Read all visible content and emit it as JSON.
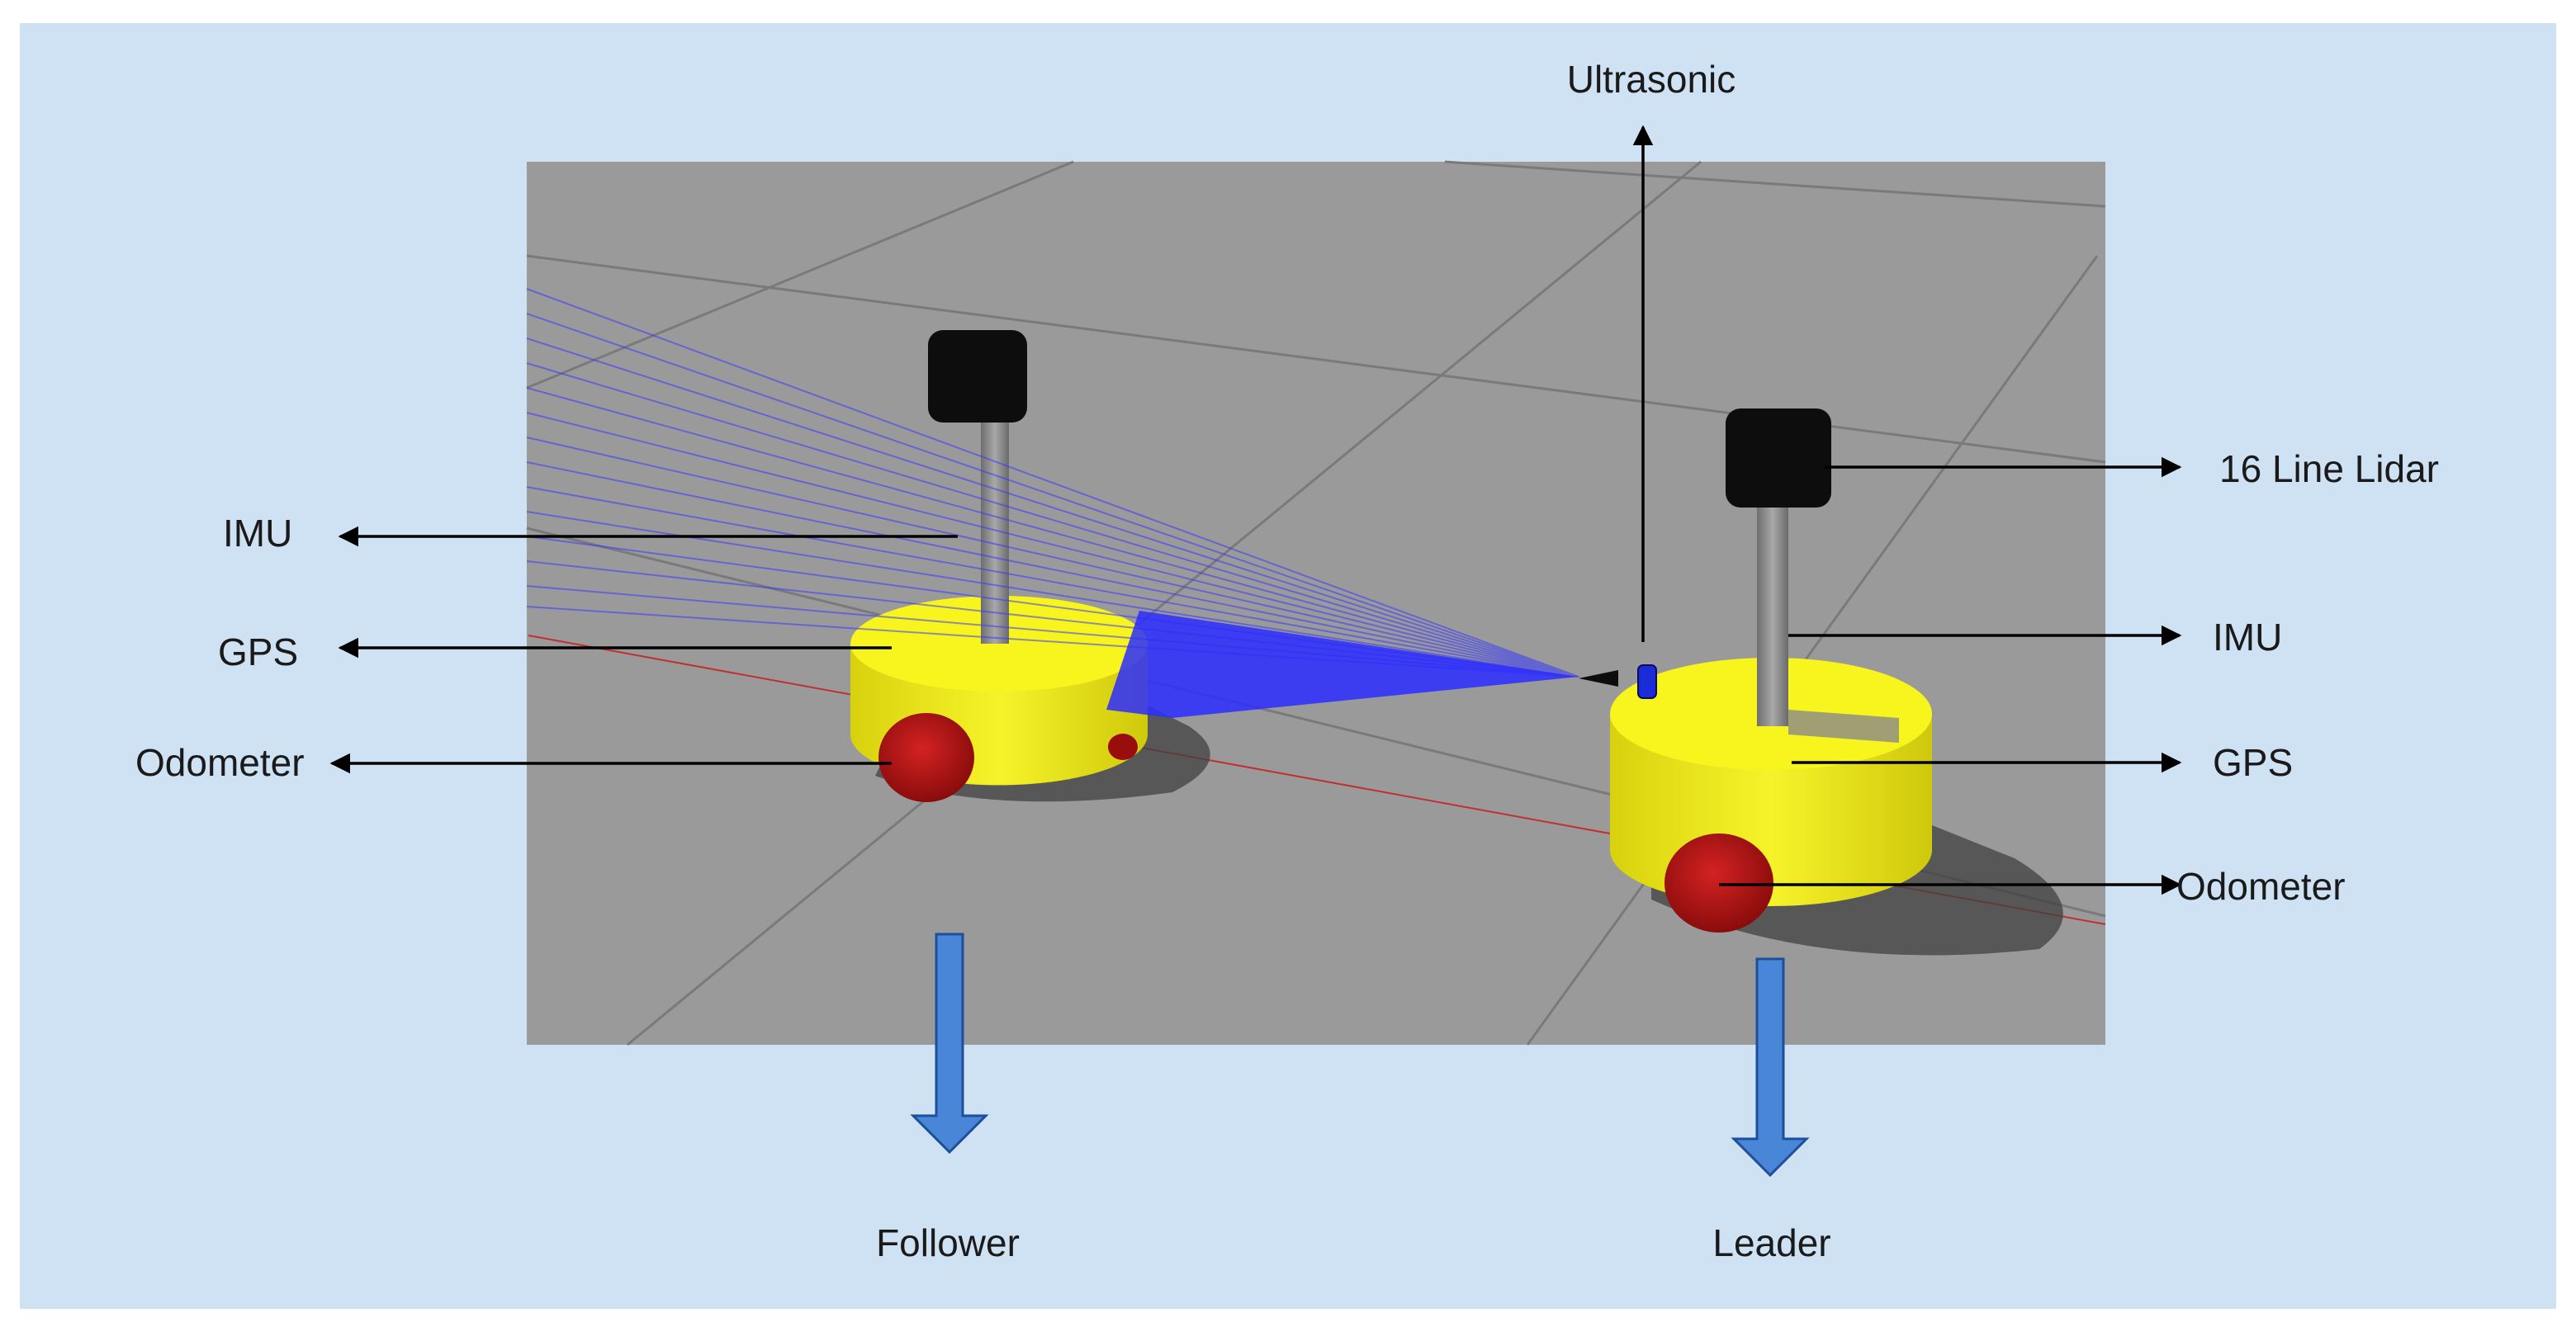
{
  "labels": {
    "ultrasonic": "Ultrasonic",
    "lidar": "16 Line Lidar",
    "follower_imu": "IMU",
    "follower_gps": "GPS",
    "follower_odometer": "Odometer",
    "leader_imu": "IMU",
    "leader_gps": "GPS",
    "leader_odometer": "Odometer",
    "follower": "Follower",
    "leader": "Leader"
  },
  "colors": {
    "panel_background": "#cfe2f3",
    "scene_floor": "#9a9a9a",
    "robot_body": "#f3f21a",
    "robot_wheel": "#b01010",
    "sensor_head": "#0d0d0d",
    "lidar_beams": "#3a3aff",
    "role_arrow": "#4a86d8"
  }
}
